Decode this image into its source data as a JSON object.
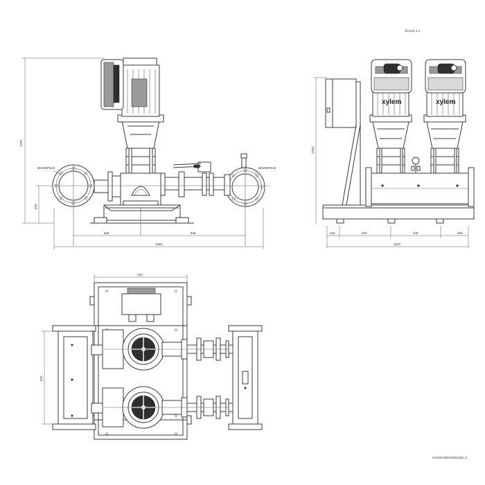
{
  "header": {
    "scale": "SCALE 1:1"
  },
  "footer": {
    "drawing_code": "GHV20-025V10D1192_4"
  },
  "brand": {
    "name": "xylem"
  },
  "front_view": {
    "height_label": "1339",
    "suction_label": "DN200PN10",
    "discharge_label": "DN200PN16",
    "axis_height": "330",
    "dim_left": "528",
    "dim_right": "848",
    "dim_total": "1669"
  },
  "side_view": {
    "height_label": "1340",
    "dims": [
      "120",
      "400",
      "440",
      "260"
    ],
    "total": "1220"
  },
  "top_view": {
    "width_label": "720",
    "depth_label": "620"
  }
}
